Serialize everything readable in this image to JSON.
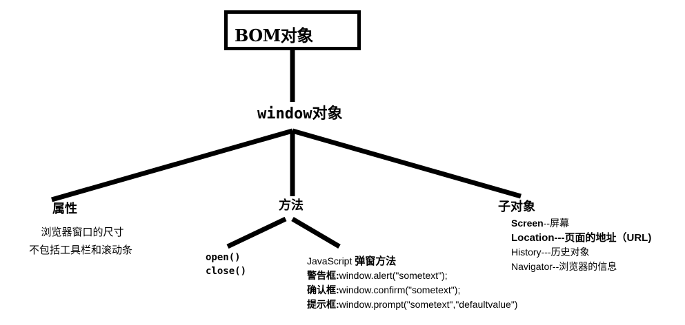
{
  "root": {
    "label": "BOM对象"
  },
  "window": {
    "label": "window对象"
  },
  "properties": {
    "title": "属性",
    "lines": [
      "浏览器窗口的尺寸",
      "不包括工具栏和滚动条"
    ]
  },
  "methods": {
    "title": "方法",
    "basic": [
      "open()",
      "close()"
    ],
    "popup_title_prefix": "JavaScript",
    "popup_title": "弹窗方法",
    "popups": [
      {
        "label": "警告框",
        "code": "window.alert(\"sometext\");"
      },
      {
        "label": "确认框",
        "code": "window.confirm(\"sometext\");"
      },
      {
        "label": "提示框",
        "code": "window.prompt(\"sometext\",\"defaultvalue\")"
      }
    ]
  },
  "children": {
    "title": "子对象",
    "items": [
      {
        "name": "Screen",
        "sep": "--",
        "desc": "屏幕"
      },
      {
        "name": "Location",
        "sep": "---",
        "desc": "页面的地址（URL)"
      },
      {
        "name": "History",
        "sep": "---",
        "desc": "历史对象"
      },
      {
        "name": "Navigator",
        "sep": "--",
        "desc": "浏览器的信息"
      }
    ]
  }
}
